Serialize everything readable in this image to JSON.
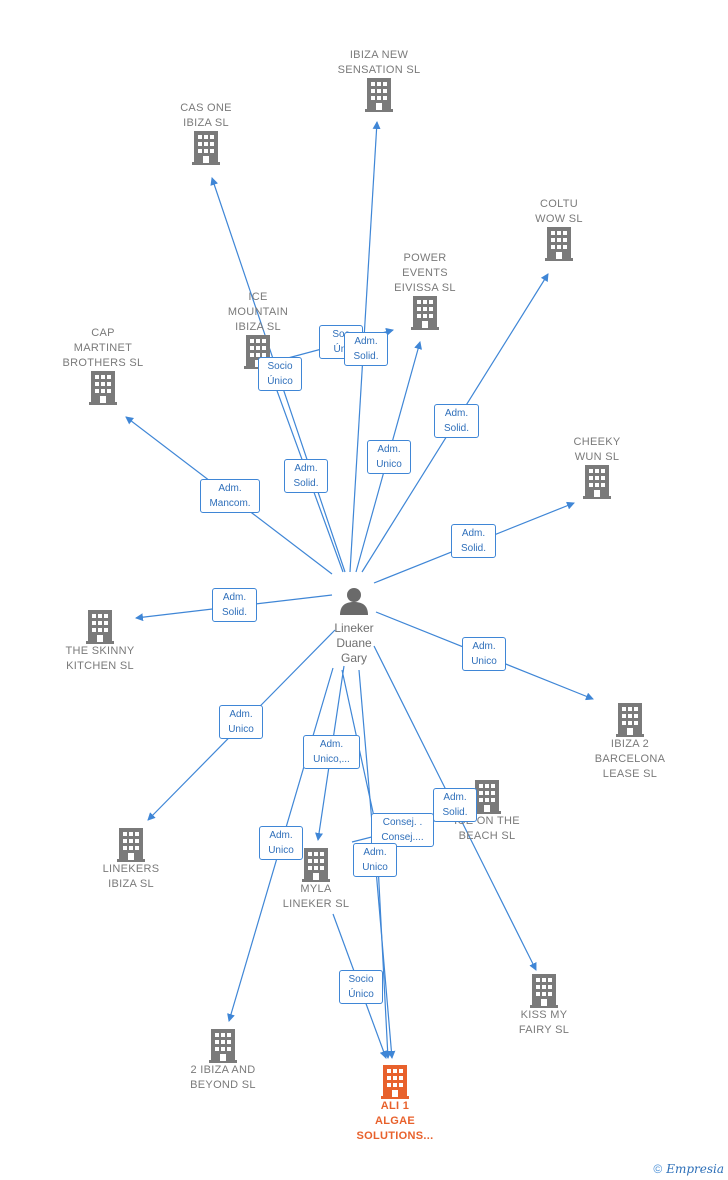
{
  "colors": {
    "edge": "#3f86d6",
    "building": "#7a7a7a",
    "highlight": "#e8612c",
    "person": "#6a6a6a"
  },
  "person": {
    "name": "Lineker\nDuane\nGary",
    "icon": "person-icon"
  },
  "companies": [
    {
      "id": "ibiza-new-sensation",
      "name": "IBIZA NEW\nSENSATION  SL",
      "highlight": false
    },
    {
      "id": "cas-one-ibiza",
      "name": "CAS ONE\nIBIZA  SL",
      "highlight": false
    },
    {
      "id": "coltu-wow",
      "name": "COLTU\nWOW  SL",
      "highlight": false
    },
    {
      "id": "power-events-eivissa",
      "name": "POWER\nEVENTS\nEIVISSA SL",
      "highlight": false
    },
    {
      "id": "ice-mountain-ibiza",
      "name": "ICE\nMOUNTAIN\nIBIZA SL",
      "highlight": false
    },
    {
      "id": "cap-martinet-brothers",
      "name": "CAP\nMARTINET\nBROTHERS  SL",
      "highlight": false
    },
    {
      "id": "cheeky-wun",
      "name": "CHEEKY\nWUN  SL",
      "highlight": false
    },
    {
      "id": "the-skinny-kitchen",
      "name": "THE SKINNY\nKITCHEN  SL",
      "highlight": false
    },
    {
      "id": "ibiza-2-barcelona-lease",
      "name": "IBIZA 2\nBARCELONA\nLEASE  SL",
      "highlight": false
    },
    {
      "id": "ice-on-the-beach",
      "name": "ICE ON THE\nBEACH  SL",
      "highlight": false
    },
    {
      "id": "linekers-ibiza",
      "name": "LINEKERS\nIBIZA  SL",
      "highlight": false
    },
    {
      "id": "myla-lineker",
      "name": "MYLA\nLINEKER  SL",
      "highlight": false
    },
    {
      "id": "kiss-my-fairy",
      "name": "KISS MY\nFAIRY  SL",
      "highlight": false
    },
    {
      "id": "2-ibiza-and-beyond",
      "name": "2 IBIZA AND\nBEYOND  SL",
      "highlight": false
    },
    {
      "id": "ali-1-algae-solutions",
      "name": "ALI 1\nALGAE\nSOLUTIONS...",
      "highlight": true
    }
  ],
  "roles": [
    {
      "id": "r-sensation-a",
      "text": "Soc\nÚni"
    },
    {
      "id": "r-sensation-b",
      "text": "Adm.\nSolid."
    },
    {
      "id": "r-casone",
      "text": "Socio\nÚnico"
    },
    {
      "id": "r-icemountain",
      "text": "Adm.\nSolid."
    },
    {
      "id": "r-power",
      "text": "Adm.\nUnico"
    },
    {
      "id": "r-coltu",
      "text": "Adm.\nSolid."
    },
    {
      "id": "r-cap",
      "text": "Adm.\nMancom."
    },
    {
      "id": "r-cheeky",
      "text": "Adm.\nSolid."
    },
    {
      "id": "r-skinny",
      "text": "Adm.\nSolid."
    },
    {
      "id": "r-ibiza2",
      "text": "Adm.\nUnico"
    },
    {
      "id": "r-linekers",
      "text": "Adm.\nUnico"
    },
    {
      "id": "r-myla",
      "text": "Adm.\nUnico,..."
    },
    {
      "id": "r-2ibiza",
      "text": "Adm.\nUnico"
    },
    {
      "id": "r-ali-consej",
      "text": "Consej. .\nConsej...."
    },
    {
      "id": "r-iceonbeach",
      "text": "Adm.\nSolid."
    },
    {
      "id": "r-ali-adm",
      "text": "Adm.\nUnico"
    },
    {
      "id": "r-ali-socio",
      "text": "Socio\nÚnico"
    }
  ],
  "footer": {
    "copyright": "©",
    "brand": "Empresia"
  }
}
